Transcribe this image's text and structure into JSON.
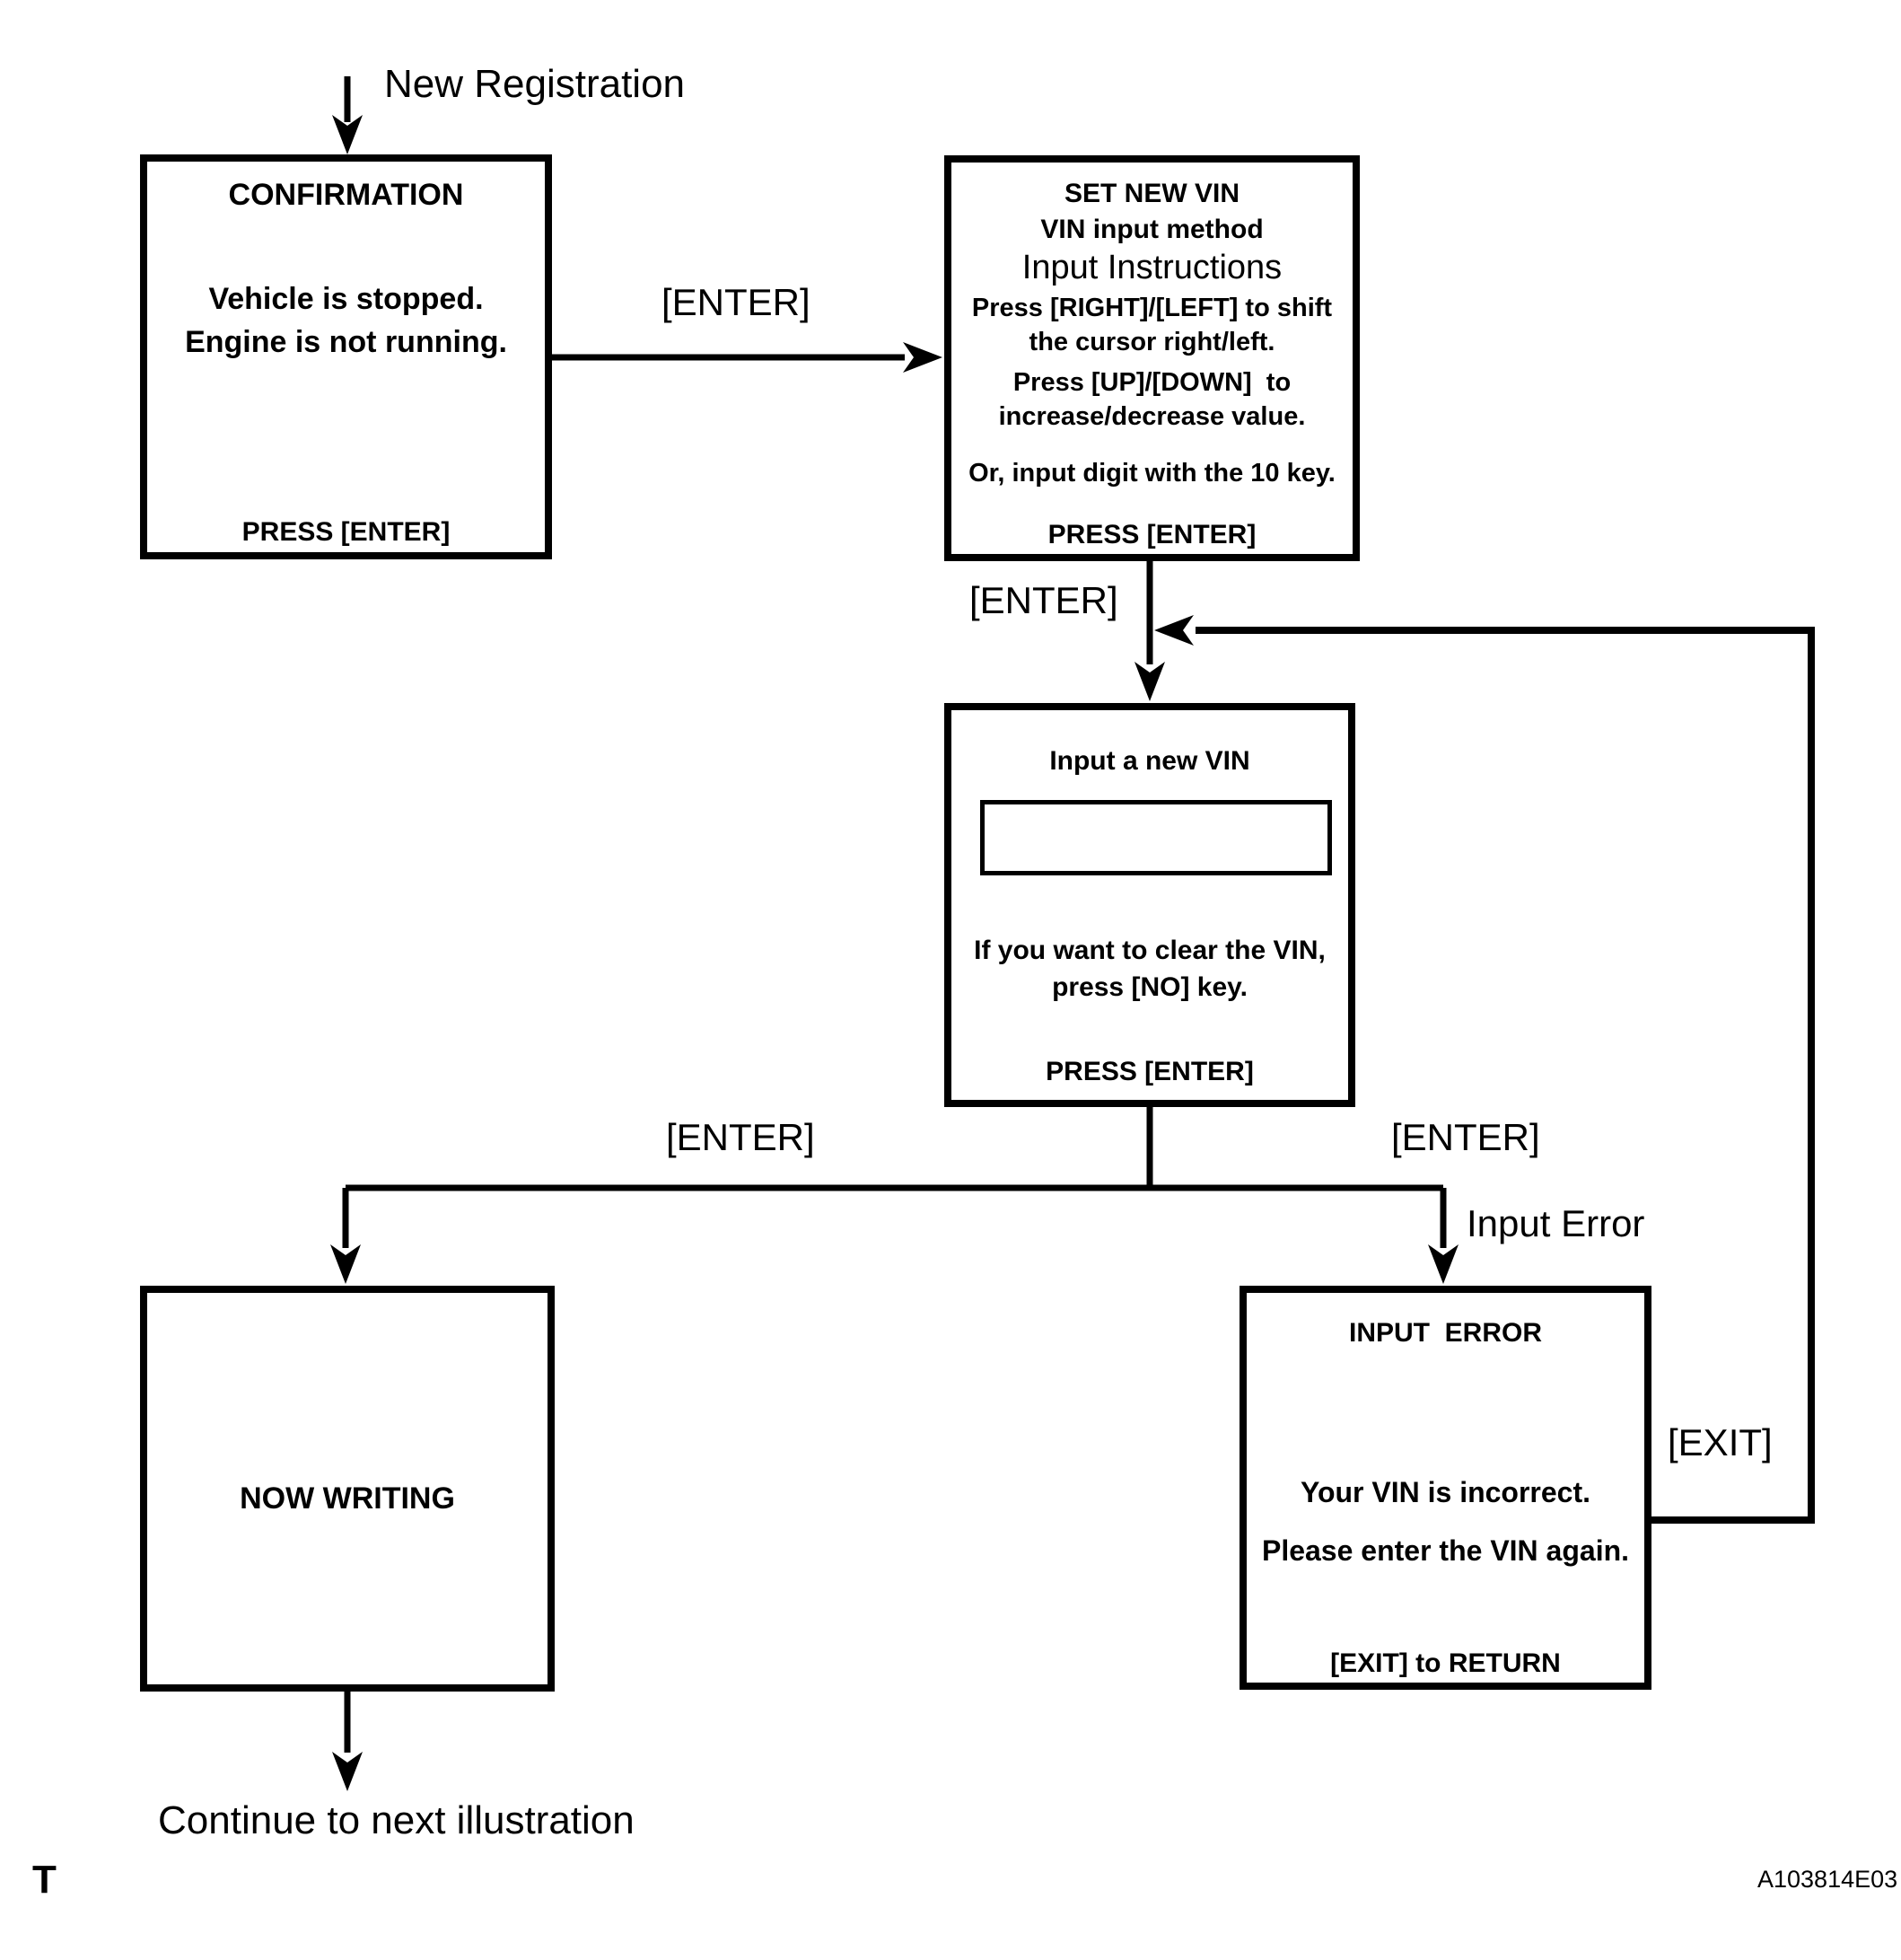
{
  "page": {
    "background_color": "#ffffff",
    "ink_color": "#000000"
  },
  "labels": {
    "entry": "New Registration",
    "enter_top": "[ENTER]",
    "enter_mid": "[ENTER]",
    "enter_branch_left": "[ENTER]",
    "enter_branch_right": "[ENTER]",
    "input_error": "Input Error",
    "exit": "[EXIT]",
    "continue": "Continue to next illustration",
    "corner_t": "T",
    "figure_code": "A103814E03"
  },
  "boxes": {
    "confirmation": {
      "title": "CONFIRMATION",
      "line1": "Vehicle is stopped.",
      "line2": "Engine is not running.",
      "footer": "PRESS [ENTER]"
    },
    "set_new_vin": {
      "title": "SET NEW VIN",
      "subtitle": "VIN input method",
      "heading": "Input Instructions",
      "line1": "Press [RIGHT]/[LEFT] to shift",
      "line2": "the cursor right/left.",
      "line3": "Press [UP]/[DOWN]  to",
      "line4": "increase/decrease value.",
      "line5": "Or, input digit with the 10 key.",
      "footer": "PRESS [ENTER]"
    },
    "input_vin": {
      "title": "Input a new VIN",
      "vin_value": "",
      "line1": "If you want to clear the VIN,",
      "line2": "press [NO] key.",
      "footer": "PRESS [ENTER]"
    },
    "now_writing": {
      "title": "NOW WRITING"
    },
    "input_error": {
      "title": "INPUT  ERROR",
      "line1": "Your VIN is incorrect.",
      "line2": "Please enter the VIN again.",
      "footer": "[EXIT] to RETURN"
    }
  }
}
